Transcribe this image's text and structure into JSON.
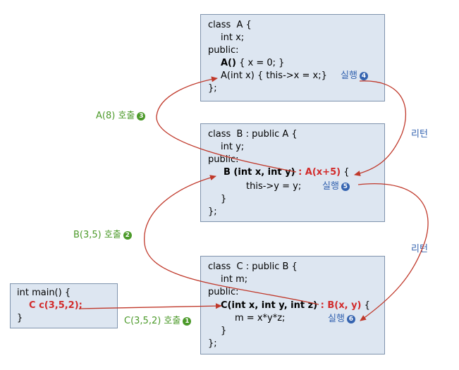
{
  "classA": {
    "line1": "class  A {",
    "line2": "int x;",
    "line3": "public:",
    "line4_bold": "A()",
    "line4_rest": " { x = 0; }",
    "line5": "A(int x) { this->x = x;}",
    "line6": "};",
    "run_label": "실행",
    "run_num": "4"
  },
  "classB": {
    "line1": "class  B : public A {",
    "line2": "int y;",
    "line3": "public:",
    "line4_bold": "B (int x, int y)",
    "line4_red": " : A(x+5)",
    "line4_rest": " {",
    "line5": "this->y = y;",
    "line6": "}",
    "line7": "};",
    "run_label": "실행",
    "run_num": "5"
  },
  "classC": {
    "line1": "class  C : public B {",
    "line2": "int m;",
    "line3": "public:",
    "line4_bold": "C(int x, int y, int z)",
    "line4_red": " : B(x, y)",
    "line4_rest": " {",
    "line5": "m = x*y*z;",
    "line6": "}",
    "line7": "};",
    "run_label": "실행",
    "run_num": "6"
  },
  "main": {
    "line1": "int main() {",
    "line2": "C c(3,5,2);",
    "line3": "}"
  },
  "calls": {
    "a8_label": "A(8) 호출",
    "a8_num": "3",
    "b35_label": "B(3,5) 호출",
    "b35_num": "2",
    "c352_label": "C(3,5,2) 호출",
    "c352_num": "1"
  },
  "returns": {
    "return1": "리턴",
    "return2": "리턴"
  },
  "colors": {
    "box_fill": "#dde6f1",
    "box_border": "#7f93ad",
    "call_arrow": "#c0392b",
    "return_arrow": "#c0392b",
    "green_label": "#4c9a2a",
    "blue_label": "#3564b0"
  }
}
